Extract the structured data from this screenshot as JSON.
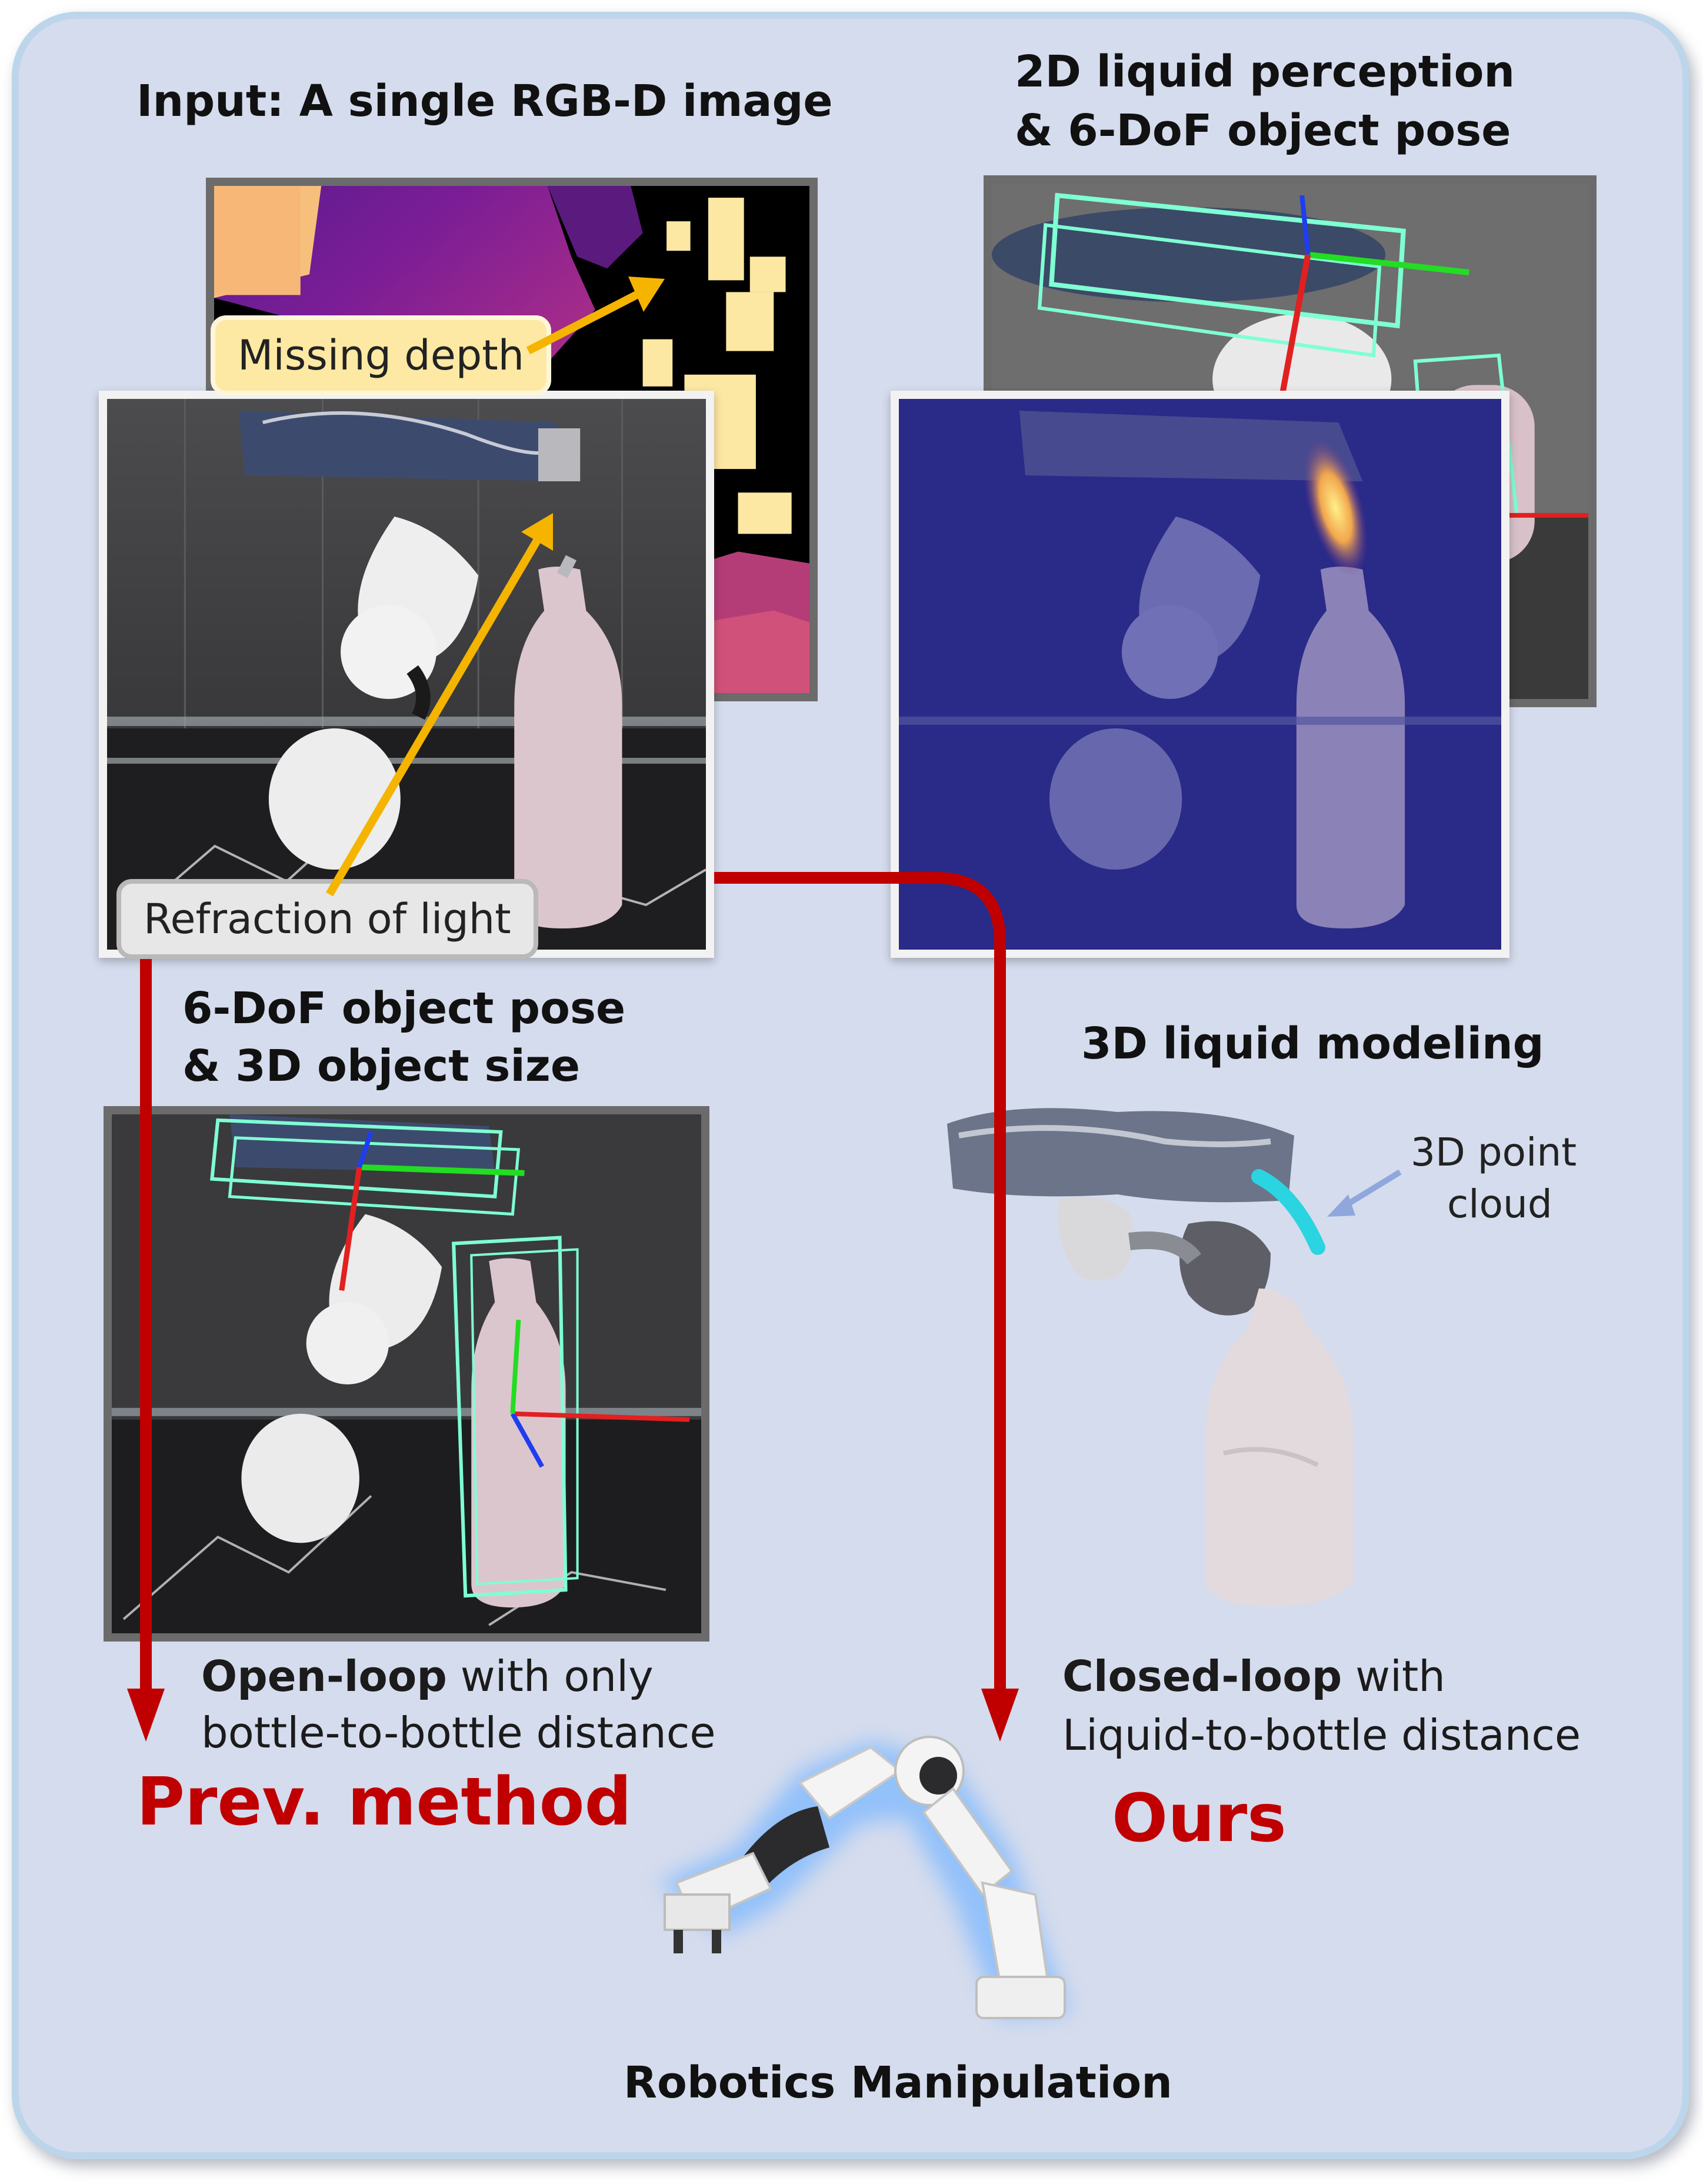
{
  "headings": {
    "input": "Input: A single RGB-D image",
    "perception_line1": "2D liquid perception",
    "perception_line2": "& 6-DoF object pose",
    "pose_line1": "6-DoF object pose",
    "pose_line2": "& 3D object size",
    "liquid_modeling": "3D liquid modeling",
    "robotics": "Robotics Manipulation"
  },
  "callouts": {
    "missing_depth": "Missing depth",
    "refraction": "Refraction of light",
    "point_cloud_line1": "3D point",
    "point_cloud_line2": "cloud"
  },
  "left_branch": {
    "strong": "Open-loop",
    "rest_line1": " with only",
    "line2": "bottle-to-bottle distance",
    "title": "Prev. method"
  },
  "right_branch": {
    "strong": "Closed-loop",
    "rest_line1": " with",
    "line2": "Liquid-to-bottle distance",
    "title": "Ours"
  },
  "colors": {
    "panel_bg": "#d5dced",
    "panel_border": "#bcd5ea",
    "arrow_red": "#c00000",
    "callout_arrow_yellow": "#f5b400",
    "bbox_cyan": "#7fffd4",
    "point_cloud_cyan": "#2ad4e0"
  },
  "icons": {
    "robot_arm": "robot-arm-icon"
  }
}
